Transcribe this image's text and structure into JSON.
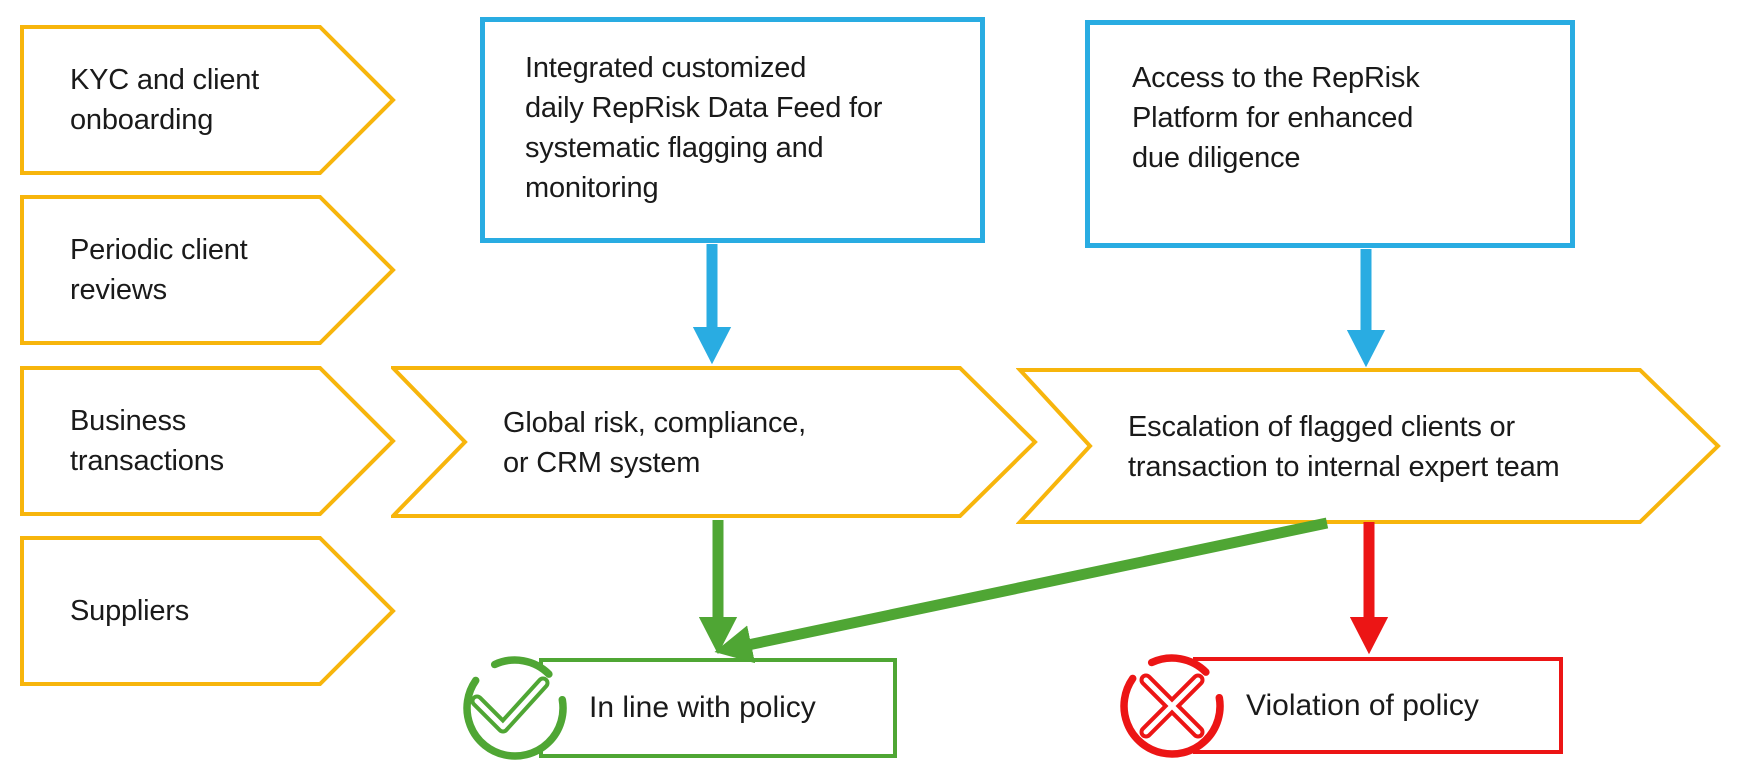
{
  "inputs": [
    {
      "lines": [
        "KYC and client",
        "onboarding"
      ]
    },
    {
      "lines": [
        "Periodic client",
        "reviews"
      ]
    },
    {
      "lines": [
        "Business",
        "transactions"
      ]
    },
    {
      "lines": [
        "Suppliers"
      ]
    }
  ],
  "solutions": {
    "data_feed": {
      "lines": [
        "Integrated customized",
        "daily RepRisk Data Feed for",
        "systematic flagging and",
        "monitoring"
      ]
    },
    "platform": {
      "lines": [
        "Access to the RepRisk",
        "Platform for enhanced",
        "due diligence"
      ]
    }
  },
  "systems": {
    "crm": {
      "lines": [
        "Global risk, compliance,",
        "or CRM system"
      ]
    },
    "escalation": {
      "lines": [
        "Escalation of flagged clients or",
        "transaction to internal expert team"
      ]
    }
  },
  "outcomes": {
    "positive": {
      "label": "In line with policy"
    },
    "negative": {
      "label": "Violation of policy"
    }
  },
  "colors": {
    "yellow": "#f7b50c",
    "cyan": "#29ace2",
    "green": "#4fa634",
    "red": "#ec1515",
    "text": "#1a1a1a"
  }
}
